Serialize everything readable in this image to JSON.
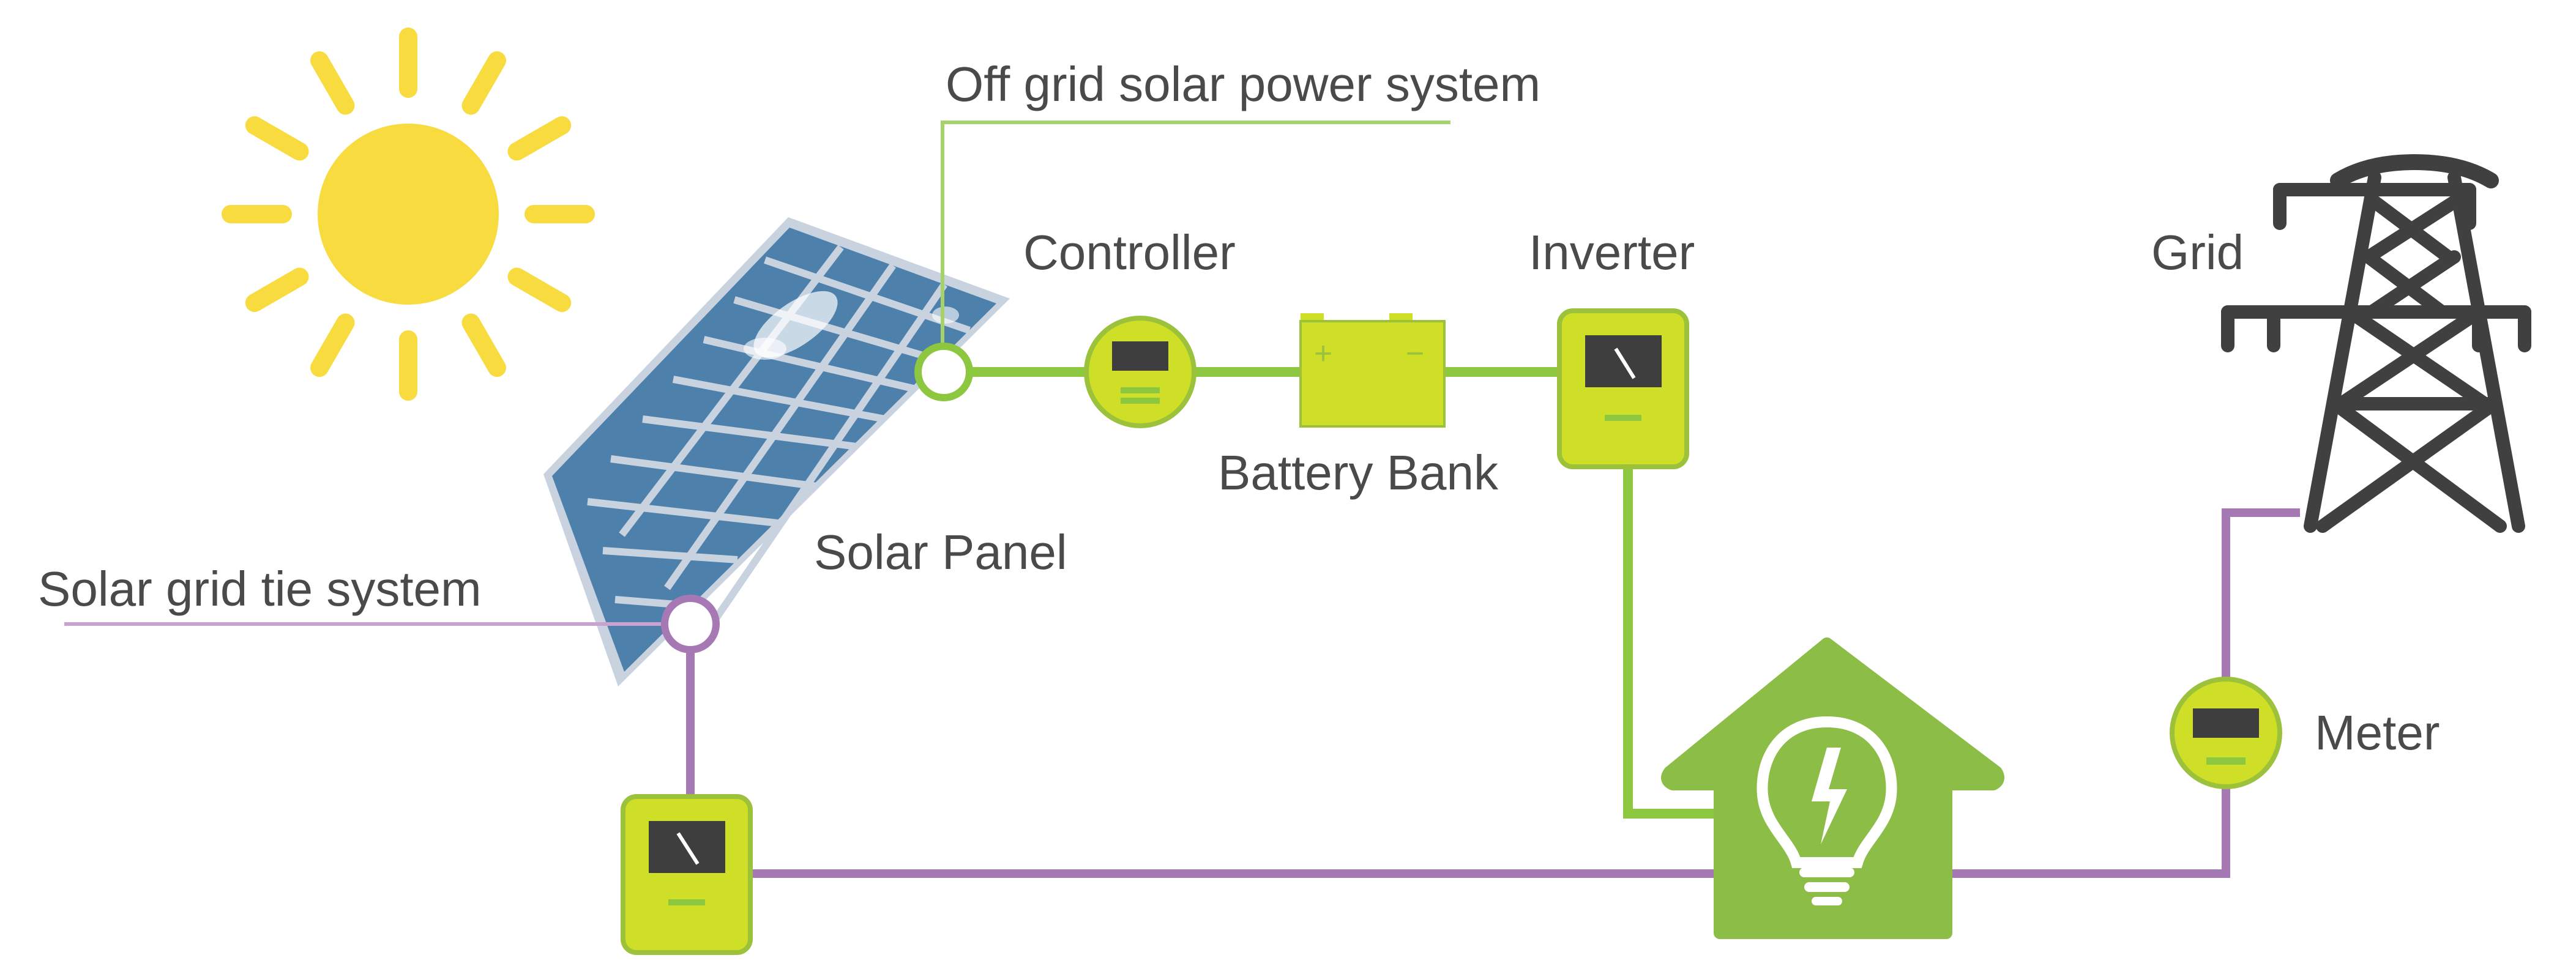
{
  "labels": {
    "off_grid": "Off grid solar power system",
    "grid_tie": "Solar grid tie system",
    "solar_panel": "Solar Panel",
    "controller": "Controller",
    "battery_bank": "Battery Bank",
    "inverter": "Inverter",
    "grid": "Grid",
    "meter": "Meter"
  },
  "battery_terminals": {
    "positive": "+",
    "negative": "−"
  },
  "colors": {
    "sun": "#F8DC3F",
    "panel": "#4E80AC",
    "panel_frame": "#C8D3DF",
    "off_grid_line": "#8DC63F",
    "grid_tie_line": "#A678B4",
    "device": "#CFDF28",
    "device_border": "#9CC13A",
    "house": "#8BBD47",
    "tower": "#404040",
    "text": "#4A4A4A"
  },
  "icons": [
    "sun-icon",
    "solar-panel-icon",
    "controller-icon",
    "battery-icon",
    "inverter-icon",
    "house-icon",
    "lightbulb-icon",
    "meter-icon",
    "power-tower-icon"
  ]
}
